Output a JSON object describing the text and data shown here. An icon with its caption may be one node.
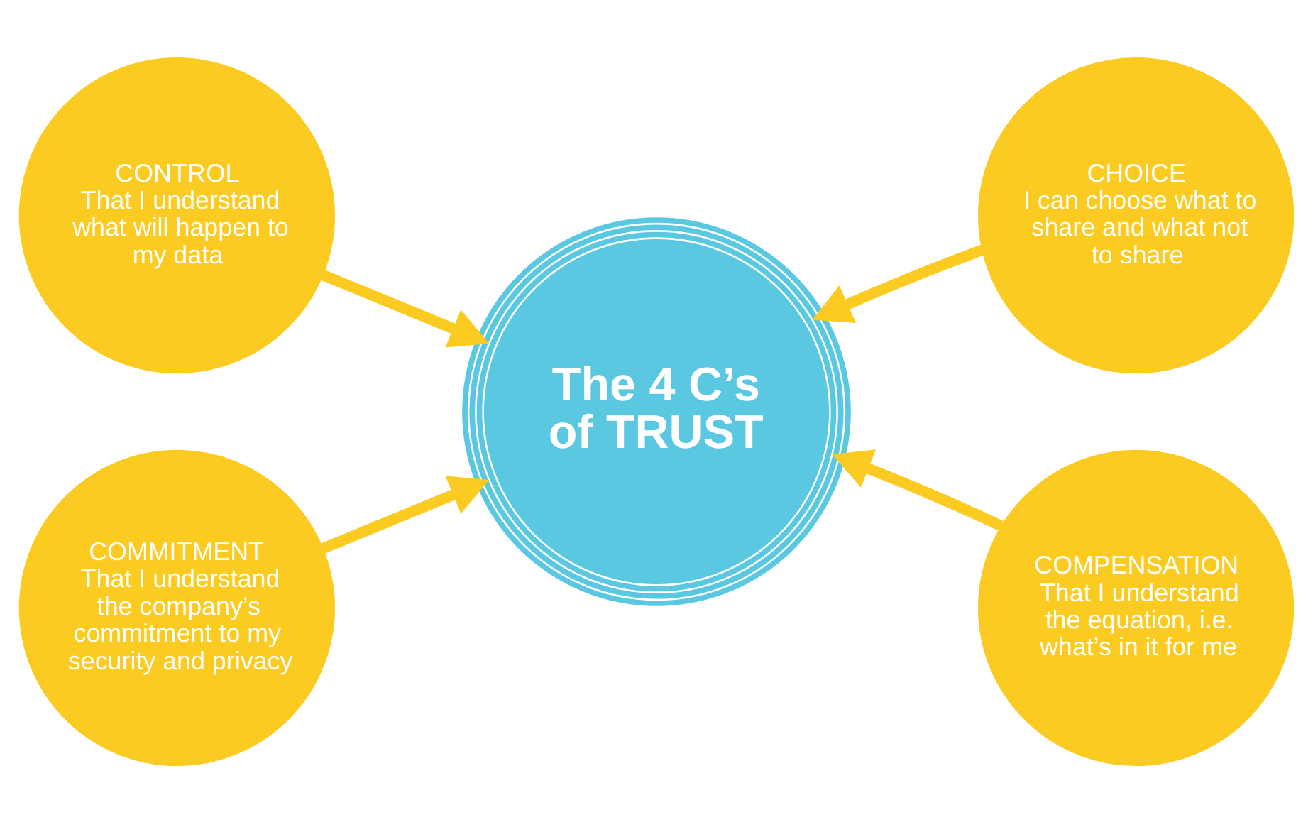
{
  "diagram": {
    "nodes": [
      {
        "text": [
          "CONTROL",
          "That I understand what will happen to my data"
        ]
      },
      {
        "text": [
          "CHOICE",
          "I can choose what to share and what not to share"
        ]
      },
      {
        "text": [
          "The 4 C’s of TRUST"
        ]
      },
      {
        "text": [
          "COMMITMENT",
          "That I understand the company’s commitment to my security and privacy"
        ]
      },
      {
        "text": [
          "COMPENSATION",
          "That I understand the equation, i.e. what’s in it for me"
        ]
      }
    ],
    "edges": [
      {
        "from": 0,
        "to": 2,
        "arrow": "to"
      },
      {
        "from": 1,
        "to": 2,
        "arrow": "to"
      },
      {
        "from": 3,
        "to": 2,
        "arrow": "to"
      },
      {
        "from": 4,
        "to": 2,
        "arrow": "to"
      }
    ]
  }
}
